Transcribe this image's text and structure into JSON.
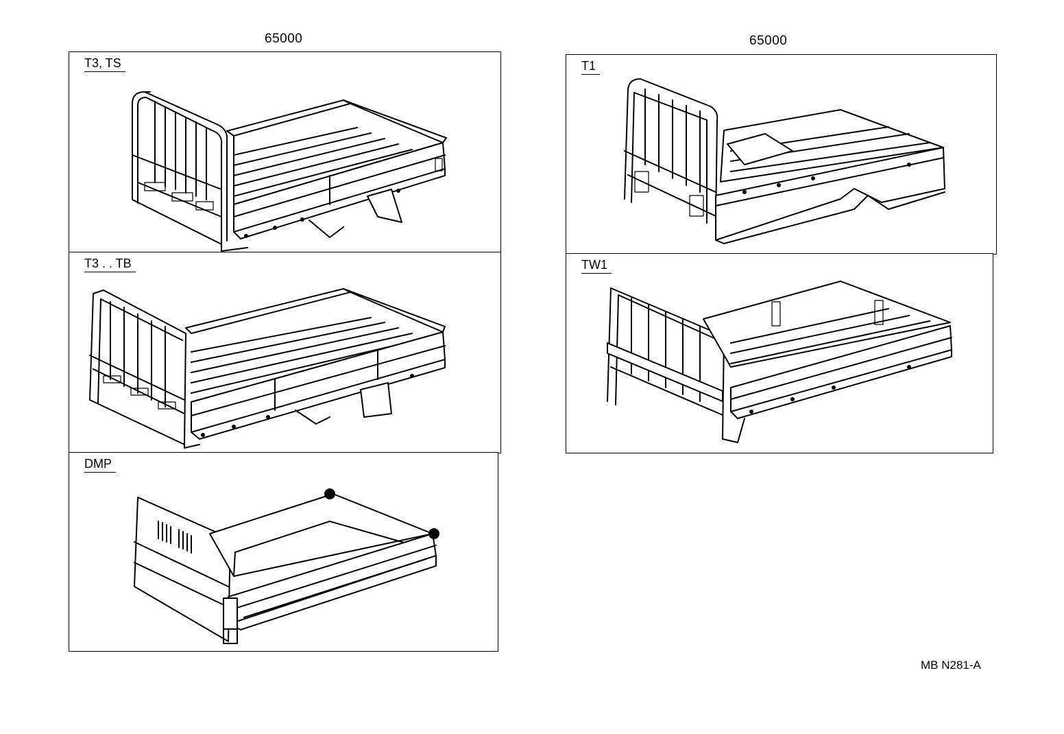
{
  "headers": {
    "left": "65000",
    "right": "65000"
  },
  "panels": {
    "t3_ts": {
      "label": "T3, TS"
    },
    "t3_tb": {
      "label": "T3 . . TB"
    },
    "dmp": {
      "label": "DMP"
    },
    "t1": {
      "label": "T1"
    },
    "tw1": {
      "label": "TW1"
    }
  },
  "reference": "MB N281-A"
}
